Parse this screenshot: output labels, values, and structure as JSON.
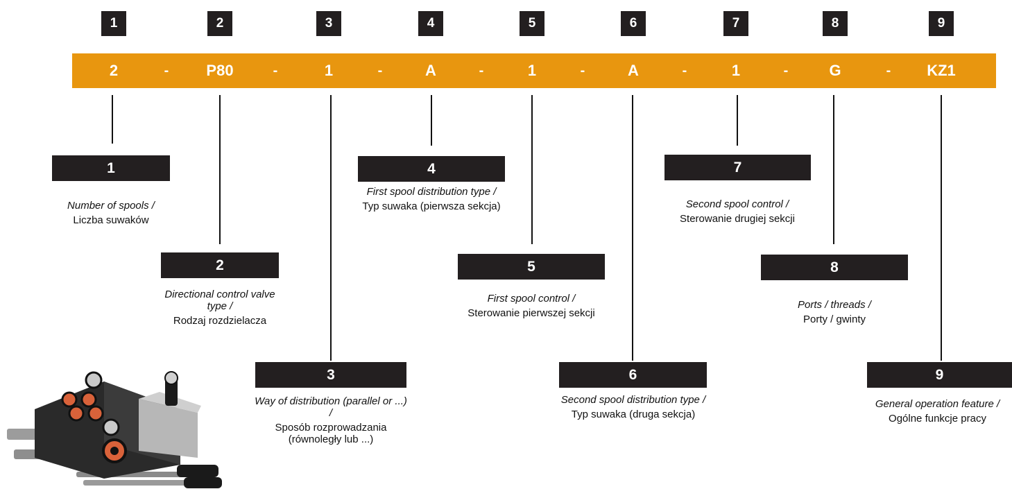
{
  "positions": [
    {
      "num": "1",
      "code": "2"
    },
    {
      "num": "2",
      "code": "P80"
    },
    {
      "num": "3",
      "code": "1"
    },
    {
      "num": "4",
      "code": "A"
    },
    {
      "num": "5",
      "code": "1"
    },
    {
      "num": "6",
      "code": "A"
    },
    {
      "num": "7",
      "code": "1"
    },
    {
      "num": "8",
      "code": "G"
    },
    {
      "num": "9",
      "code": "KZ1"
    }
  ],
  "separator": "-",
  "descriptions": [
    {
      "num": "1",
      "en": "Number of spools /",
      "pl": "Liczba suwaków"
    },
    {
      "num": "2",
      "en": "Directional control valve type /",
      "pl": "Rodzaj rozdzielacza"
    },
    {
      "num": "3",
      "en": "Way of distribution (parallel or ...) /",
      "pl": "Sposób rozprowadzania (równoległy lub ...)"
    },
    {
      "num": "4",
      "en": "First spool distribution type /",
      "pl": "Typ suwaka (pierwsza sekcja)"
    },
    {
      "num": "5",
      "en": "First spool control /",
      "pl": "Sterowanie pierwszej sekcji"
    },
    {
      "num": "6",
      "en": "Second spool distribution type /",
      "pl": "Typ suwaka (druga sekcja)"
    },
    {
      "num": "7",
      "en": "Second spool control /",
      "pl": "Sterowanie drugiej sekcji"
    },
    {
      "num": "8",
      "en": "Ports / threads /",
      "pl": "Porty / gwinty"
    },
    {
      "num": "9",
      "en": "General operation feature /",
      "pl": "Ogólne funkcje pracy"
    }
  ],
  "colors": {
    "accent": "#e8960f",
    "box": "#231f20"
  }
}
